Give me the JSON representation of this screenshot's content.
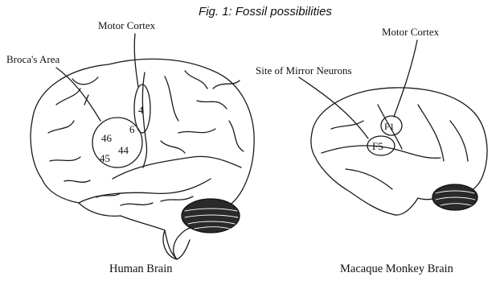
{
  "figure": {
    "title": "Fig. 1: Fossil possibilities"
  },
  "human": {
    "caption": "Human Brain",
    "labels": {
      "motor_cortex": "Motor Cortex",
      "brocas_area": "Broca's Area"
    },
    "areas": [
      "4",
      "6",
      "46",
      "44",
      "45"
    ]
  },
  "macaque": {
    "caption": "Macaque Monkey Brain",
    "labels": {
      "motor_cortex": "Motor Cortex",
      "mirror_neurons": "Site of Mirror Neurons"
    },
    "areas": [
      "F1",
      "F5"
    ]
  }
}
